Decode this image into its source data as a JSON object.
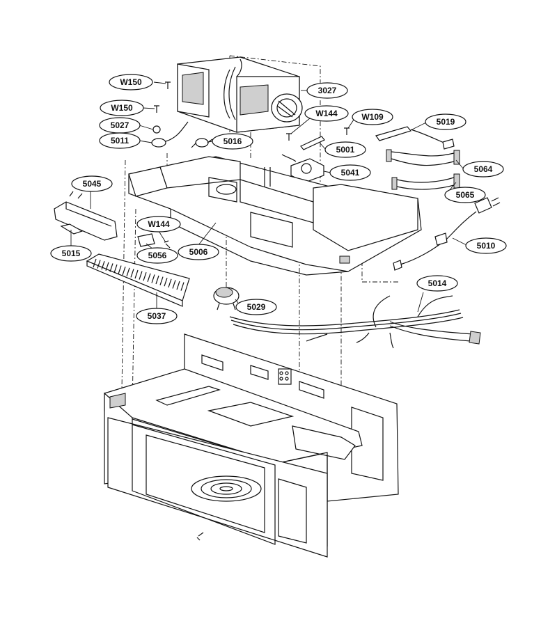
{
  "parts": [
    {
      "id": "w150a",
      "label": "W150"
    },
    {
      "id": "w150b",
      "label": "W150"
    },
    {
      "id": "p5027",
      "label": "5027"
    },
    {
      "id": "p5011",
      "label": "5011"
    },
    {
      "id": "p5016",
      "label": "5016"
    },
    {
      "id": "p3027",
      "label": "3027"
    },
    {
      "id": "w144a",
      "label": "W144"
    },
    {
      "id": "w109",
      "label": "W109"
    },
    {
      "id": "p5019",
      "label": "5019"
    },
    {
      "id": "p5001",
      "label": "5001"
    },
    {
      "id": "p5041",
      "label": "5041"
    },
    {
      "id": "p5064",
      "label": "5064"
    },
    {
      "id": "p5065",
      "label": "5065"
    },
    {
      "id": "p5045",
      "label": "5045"
    },
    {
      "id": "p5015",
      "label": "5015"
    },
    {
      "id": "w144b",
      "label": "W144"
    },
    {
      "id": "p5056",
      "label": "5056"
    },
    {
      "id": "p5006",
      "label": "5006"
    },
    {
      "id": "p5010",
      "label": "5010"
    },
    {
      "id": "p5014",
      "label": "5014"
    },
    {
      "id": "p5029",
      "label": "5029"
    },
    {
      "id": "p5037",
      "label": "5037"
    }
  ]
}
